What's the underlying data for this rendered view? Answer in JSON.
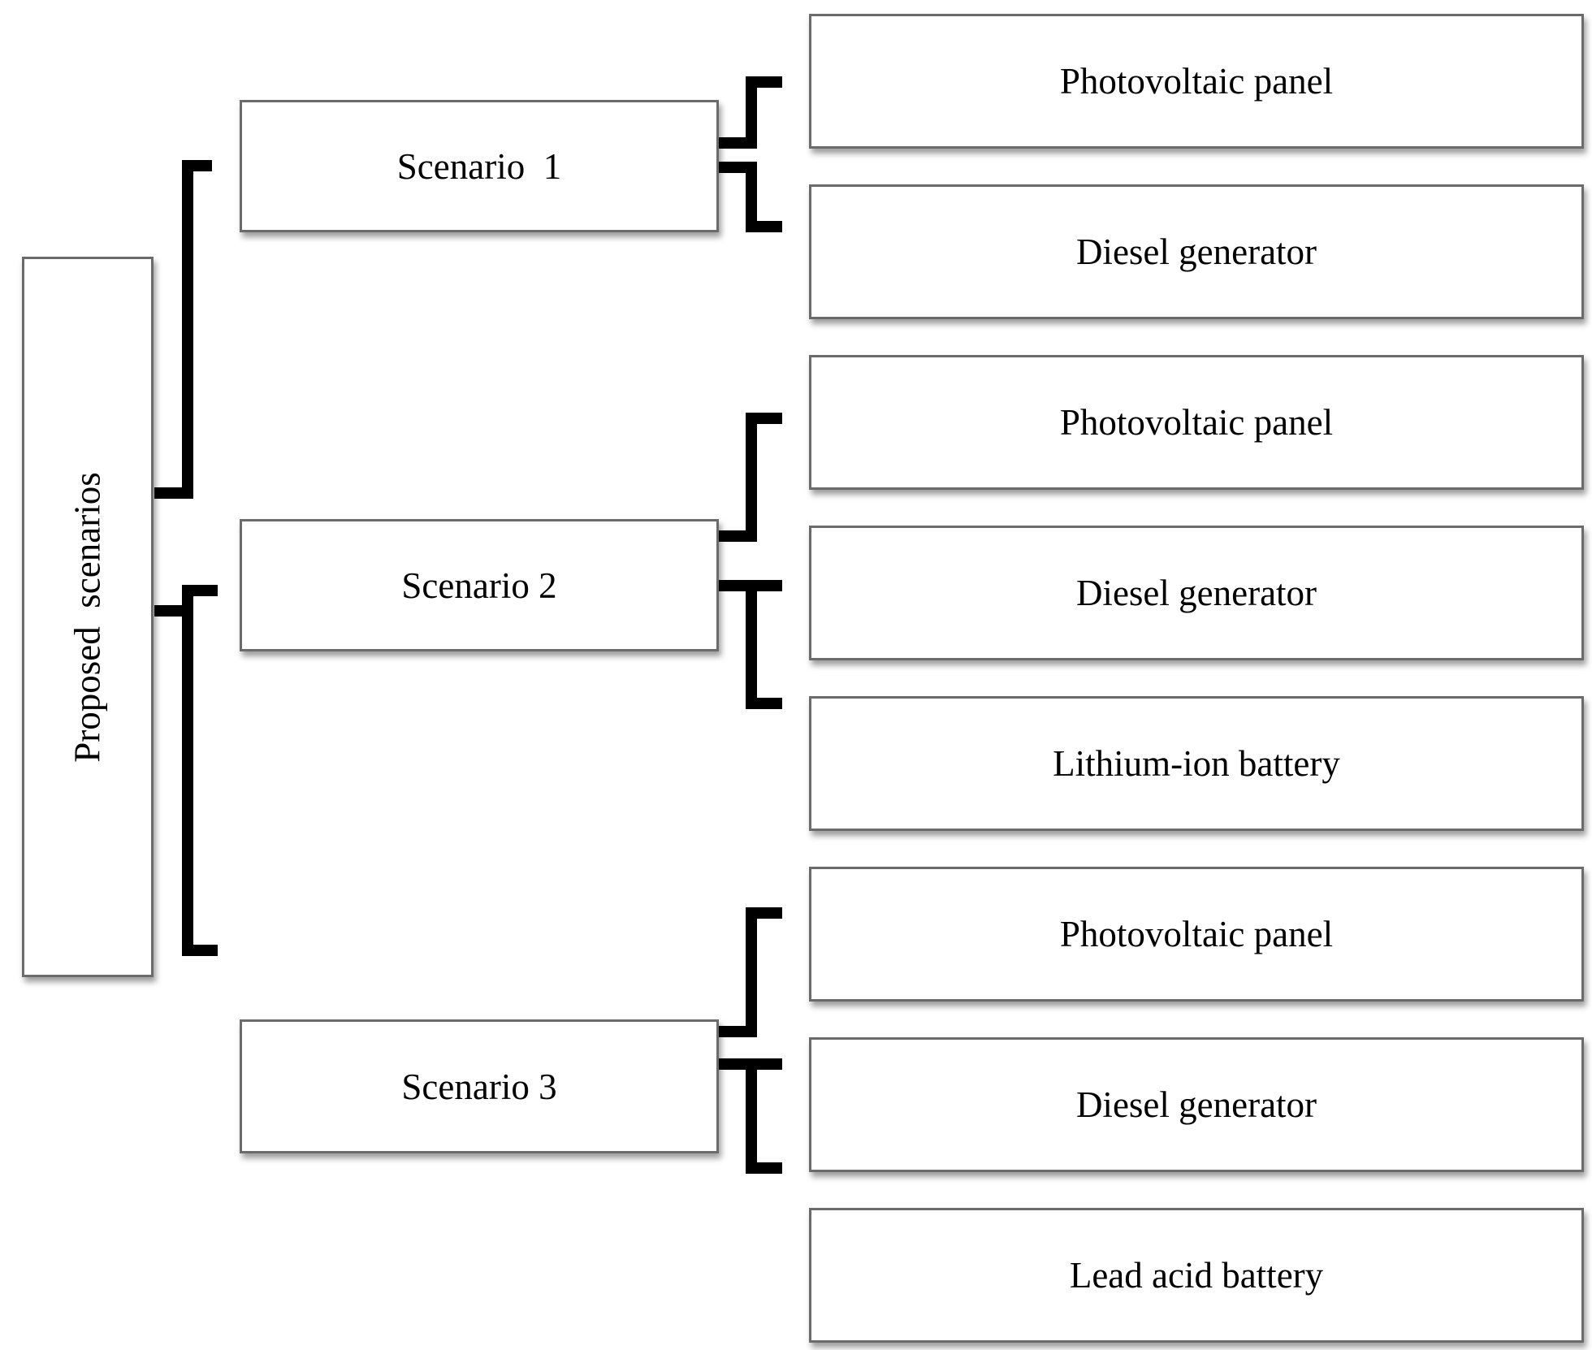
{
  "root_label": "Proposed  scenarios",
  "scenarios": [
    {
      "label": "Scenario  1",
      "components": [
        "Photovoltaic panel",
        "Diesel generator"
      ]
    },
    {
      "label": "Scenario 2",
      "components": [
        "Photovoltaic panel",
        "Diesel generator",
        "Lithium-ion battery"
      ]
    },
    {
      "label": "Scenario 3",
      "components": [
        "Photovoltaic panel",
        "Diesel generator",
        "Lead acid battery"
      ]
    }
  ],
  "colors": {
    "connector": "#000000",
    "border": "#6b6b6b",
    "fill": "#ffffff",
    "text": "#000000"
  }
}
